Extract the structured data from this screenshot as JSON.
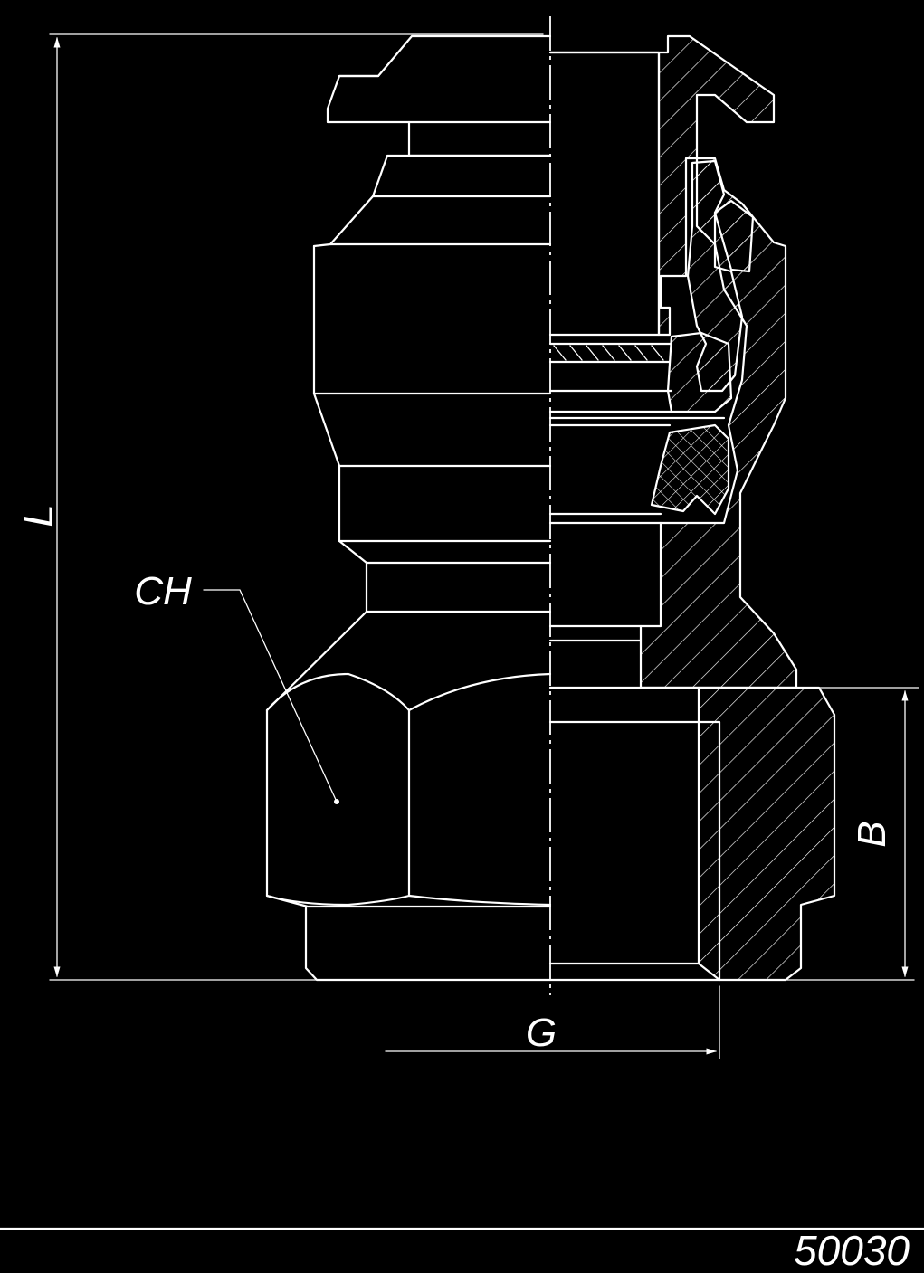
{
  "drawing": {
    "dimension_labels": {
      "length": "L",
      "hex_size": "CH",
      "thread": "G",
      "thread_length": "B"
    },
    "drawing_number": "50030",
    "colors": {
      "background": "#000000",
      "lines": "#ffffff"
    }
  }
}
